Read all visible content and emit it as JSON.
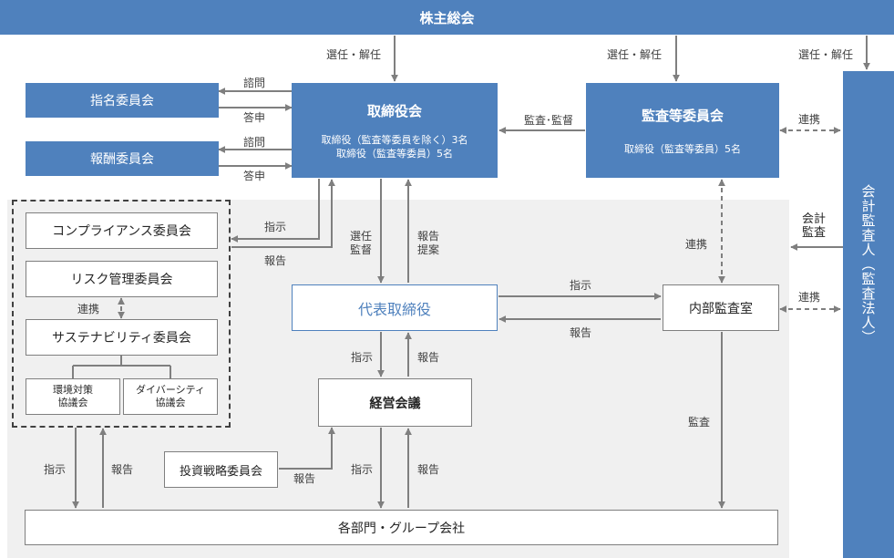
{
  "nodes": {
    "shareholders": "株主総会",
    "board": {
      "title": "取締役会",
      "line1": "取締役（監査等委員を除く）3名",
      "line2": "取締役（監査等委員）5名"
    },
    "audit_committee": {
      "title": "監査等委員会",
      "line1": "取締役（監査等委員）5名"
    },
    "nomination": "指名委員会",
    "remuneration": "報酬委員会",
    "compliance": "コンプライアンス委員会",
    "risk": "リスク管理委員会",
    "sustainability": "サステナビリティ委員会",
    "environment": [
      "環境対策",
      "協議会"
    ],
    "diversity": [
      "ダイバーシティ",
      "協議会"
    ],
    "ceo": "代表取締役",
    "internal_audit": "内部監査室",
    "management_meeting": "経営会議",
    "investment": "投資戦略委員会",
    "departments": "各部門・グループ会社",
    "auditor": "会計監査人（監査法人）"
  },
  "labels": {
    "elect_dismiss": "選任・解任",
    "consult": "諮問",
    "report_back": "答申",
    "audit_supervise": "監査･監督",
    "coordination": "連携",
    "instruction": "指示",
    "report": "報告",
    "elect_supervise": [
      "選任",
      "監督"
    ],
    "report_propose": [
      "報告",
      "提案"
    ],
    "audit": "監査",
    "accounting_audit": [
      "会計",
      "監査"
    ]
  }
}
